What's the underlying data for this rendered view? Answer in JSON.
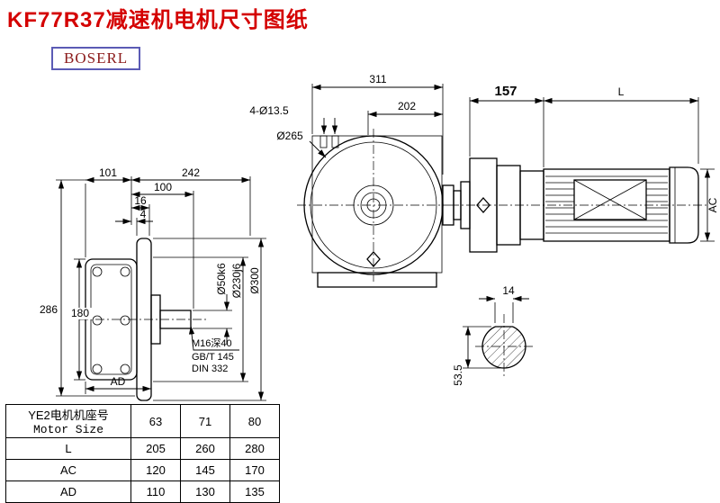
{
  "page": {
    "title": "KF77R37减速机电机尺寸图纸",
    "logo": "BOSERL"
  },
  "colors": {
    "title_red": "#d40000",
    "logo_text": "#8b1a1a",
    "logo_border": "#5b5bb5",
    "line": "#000000"
  },
  "side_view": {
    "dim_101": "101",
    "dim_242": "242",
    "dim_100": "100",
    "dim_16": "16",
    "dim_4": "4",
    "dim_286": "286",
    "dim_180": "180",
    "dim_ad": "AD",
    "dim_shaft_dia": "Ø50k6",
    "dim_spigot_dia": "Ø230j6",
    "dim_flange_dia": "Ø300",
    "tap_note": "M16深40",
    "std_note_1": "GB/T 145",
    "std_note_2": "DIN 332"
  },
  "front_view": {
    "dim_311": "311",
    "dim_202": "202",
    "bolt_note": "4-Ø13.5",
    "dim_flange_dia": "Ø265"
  },
  "motor_view": {
    "dim_157": "157",
    "dim_L": "L",
    "dim_AC": "AC"
  },
  "shaft_section": {
    "dim_key_width": "14",
    "dim_height": "53.5"
  },
  "table": {
    "header_cn": "YE2电机机座号",
    "header_en": "Motor Size",
    "sizes": [
      "63",
      "71",
      "80"
    ],
    "rows": [
      {
        "label": "L",
        "values": [
          "205",
          "260",
          "280"
        ]
      },
      {
        "label": "AC",
        "values": [
          "120",
          "145",
          "170"
        ]
      },
      {
        "label": "AD",
        "values": [
          "110",
          "130",
          "135"
        ]
      }
    ]
  }
}
